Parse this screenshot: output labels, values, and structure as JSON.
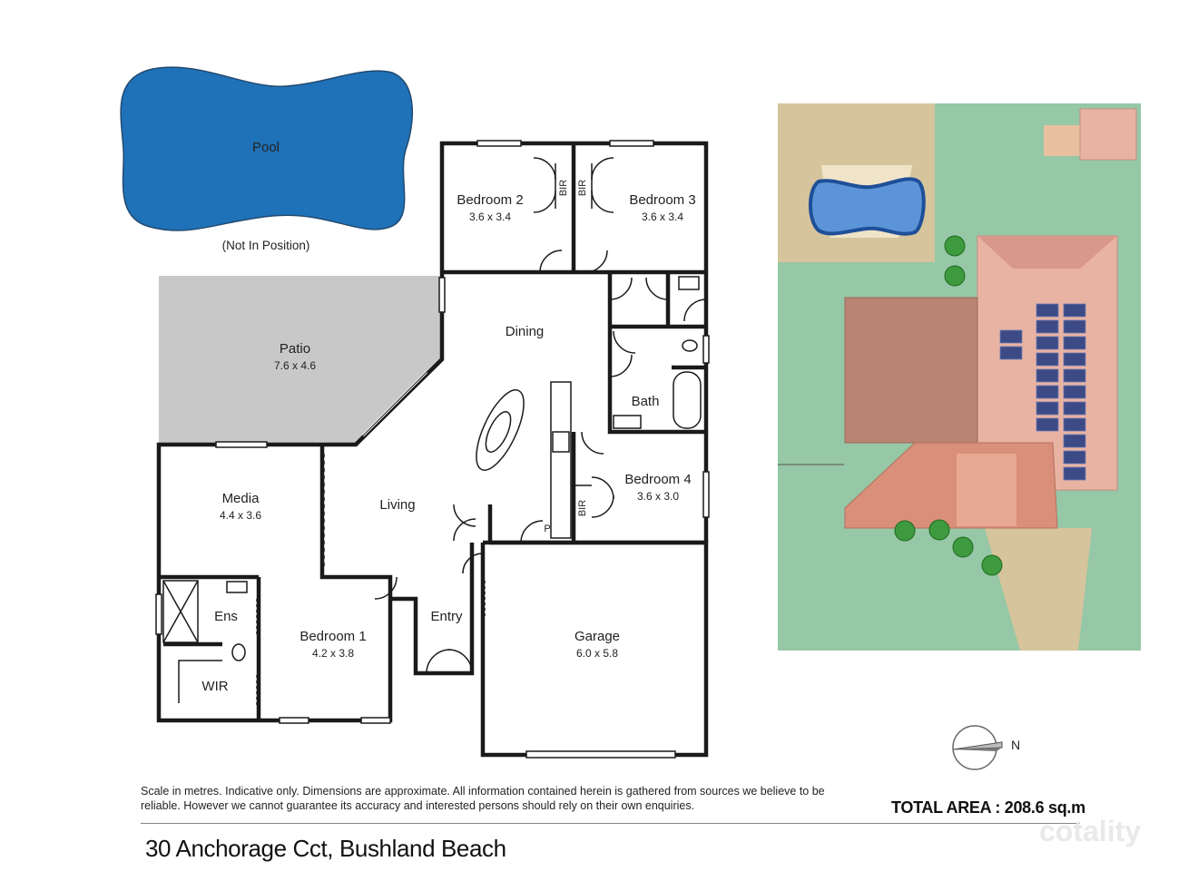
{
  "address": "30 Anchorage Cct, Bushland Beach",
  "total_area": "TOTAL AREA : 208.6 sq.m",
  "disclaimer": "Scale in metres. Indicative only. Dimensions are approximate. All information contained herein is gathered from sources we believe to be reliable. However we cannot guarantee its accuracy and interested persons should rely on their own enquiries.",
  "watermark": "cotality",
  "compass_label": "N",
  "pool": {
    "name": "Pool",
    "note": "(Not In Position)"
  },
  "rooms": {
    "bedroom2": {
      "name": "Bedroom 2",
      "dims": "3.6 x 3.4"
    },
    "bedroom3": {
      "name": "Bedroom 3",
      "dims": "3.6 x 3.4"
    },
    "patio": {
      "name": "Patio",
      "dims": "7.6 x 4.6"
    },
    "dining": {
      "name": "Dining"
    },
    "bath": {
      "name": "Bath"
    },
    "bedroom4": {
      "name": "Bedroom 4",
      "dims": "3.6 x 3.0"
    },
    "media": {
      "name": "Media",
      "dims": "4.4 x 3.6"
    },
    "living": {
      "name": "Living"
    },
    "ens": {
      "name": "Ens"
    },
    "bedroom1": {
      "name": "Bedroom 1",
      "dims": "4.2 x 3.8"
    },
    "wir": {
      "name": "WIR"
    },
    "entry": {
      "name": "Entry"
    },
    "garage": {
      "name": "Garage",
      "dims": "6.0 x 5.8"
    }
  },
  "small_labels": {
    "bir_a": "BIR",
    "bir_b": "BIR",
    "bir_c": "BIR",
    "pantry": "P"
  },
  "colors": {
    "pool": "#1f72b8",
    "patio": "#c8c8c8",
    "wall": "#1a1a1a",
    "lawn": "#96c7a6",
    "sand": "#d6c49c",
    "roof_main": "#e9b3a3",
    "roof_dark": "#b98474",
    "roof_mid": "#d98f7a",
    "solar": "#3c4a86"
  }
}
